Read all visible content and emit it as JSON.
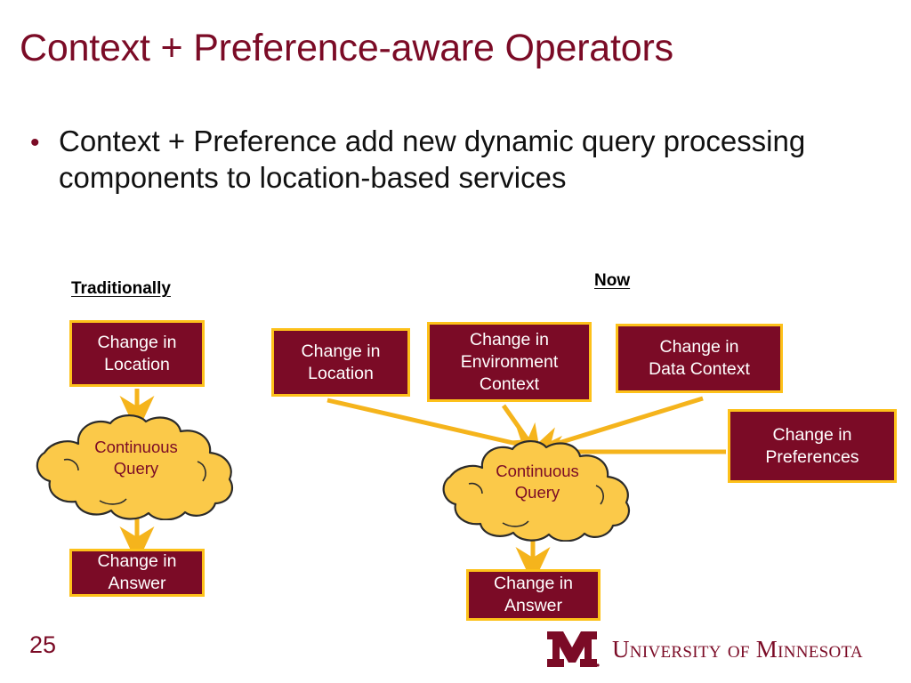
{
  "slide": {
    "title": "Context + Preference-aware Operators",
    "page_number": "25",
    "bullet_marker": "•",
    "bullet_text": "Context + Preference add new dynamic query processing components to location-based services"
  },
  "colors": {
    "maroon": "#7B0B26",
    "gold": "#FDC11A",
    "cloud_fill": "#FBC949",
    "cloud_stroke": "#2B2B2B",
    "box_text": "#FFFFFF",
    "body_text": "#111111",
    "background": "#FFFFFF"
  },
  "diagrams": {
    "traditionally": {
      "caption": "Traditionally",
      "source_box": "Change in\nLocation",
      "source_box_line1": "Change in",
      "source_box_line2": "Location",
      "cloud_line1": "Continuous",
      "cloud_line2": "Query",
      "result_box_line1": "Change in",
      "result_box_line2": "Answer",
      "arrows": [
        {
          "from": "change-in-location",
          "to": "continuous-query",
          "direction": "down"
        },
        {
          "from": "continuous-query",
          "to": "change-in-answer",
          "direction": "down"
        }
      ]
    },
    "now": {
      "caption": "Now",
      "input_boxes": [
        {
          "id": "change-in-location",
          "line1": "Change in",
          "line2": "Location",
          "line3": ""
        },
        {
          "id": "change-in-environment-context",
          "line1": "Change in",
          "line2": "Environment",
          "line3": "Context"
        },
        {
          "id": "change-in-data-context",
          "line1": "Change in",
          "line2": "Data Context",
          "line3": ""
        },
        {
          "id": "change-in-preferences",
          "line1": "Change in",
          "line2": "Preferences",
          "line3": ""
        }
      ],
      "cloud_line1": "Continuous",
      "cloud_line2": "Query",
      "result_box_line1": "Change in",
      "result_box_line2": "Answer",
      "arrows": [
        {
          "from": "change-in-location",
          "to": "continuous-query"
        },
        {
          "from": "change-in-environment-context",
          "to": "continuous-query"
        },
        {
          "from": "change-in-data-context",
          "to": "continuous-query"
        },
        {
          "from": "change-in-preferences",
          "to": "continuous-query"
        },
        {
          "from": "continuous-query",
          "to": "change-in-answer"
        }
      ]
    }
  },
  "footer": {
    "university_name": "University of Minnesota",
    "logo_mark": "umn-m-logo"
  }
}
